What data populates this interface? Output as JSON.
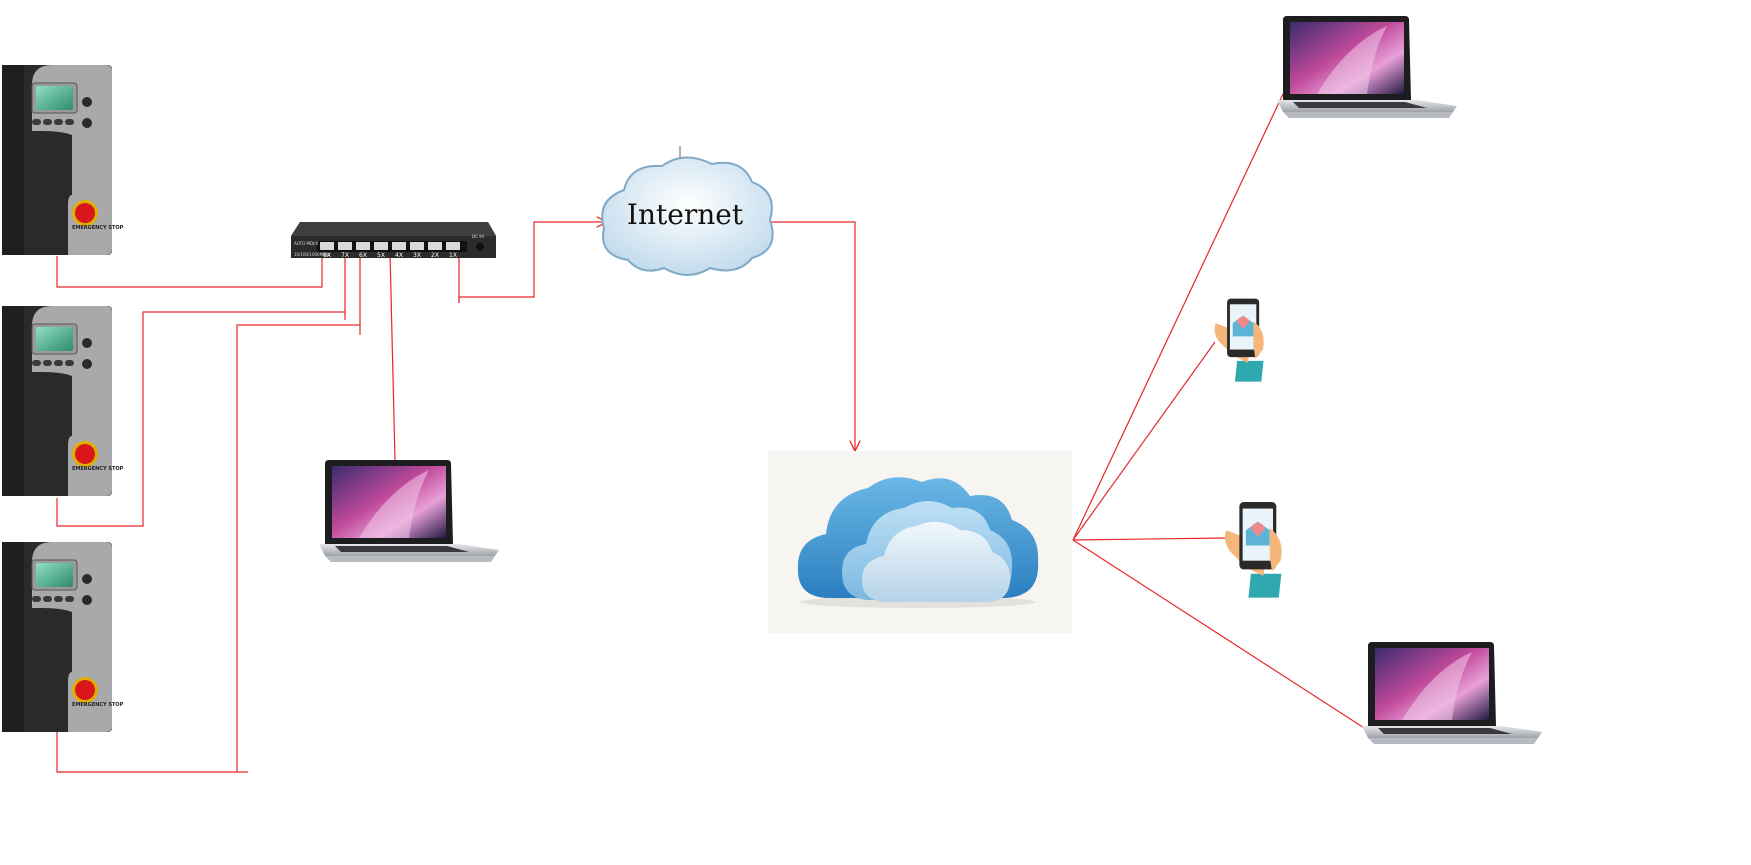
{
  "diagram": {
    "internet_label": "Internet",
    "switch": {
      "mode_label": "AUTO MDI/X",
      "speed_label": "10/100/1000Mbps",
      "power_label": "DC 9V",
      "port_labels": [
        "8X",
        "7X",
        "6X",
        "5X",
        "4X",
        "3X",
        "2X",
        "1X"
      ]
    },
    "device_button_label": "EMERGENCY STOP",
    "colors": {
      "link": "#e8262b",
      "controller_body": "#2a2a2a",
      "controller_panel": "#a9a9ab",
      "screen": "#5fbf9a",
      "estop": "#d8161b",
      "cloud_blue": "#3b97d3",
      "cloud_light": "#cfe5f3"
    }
  }
}
